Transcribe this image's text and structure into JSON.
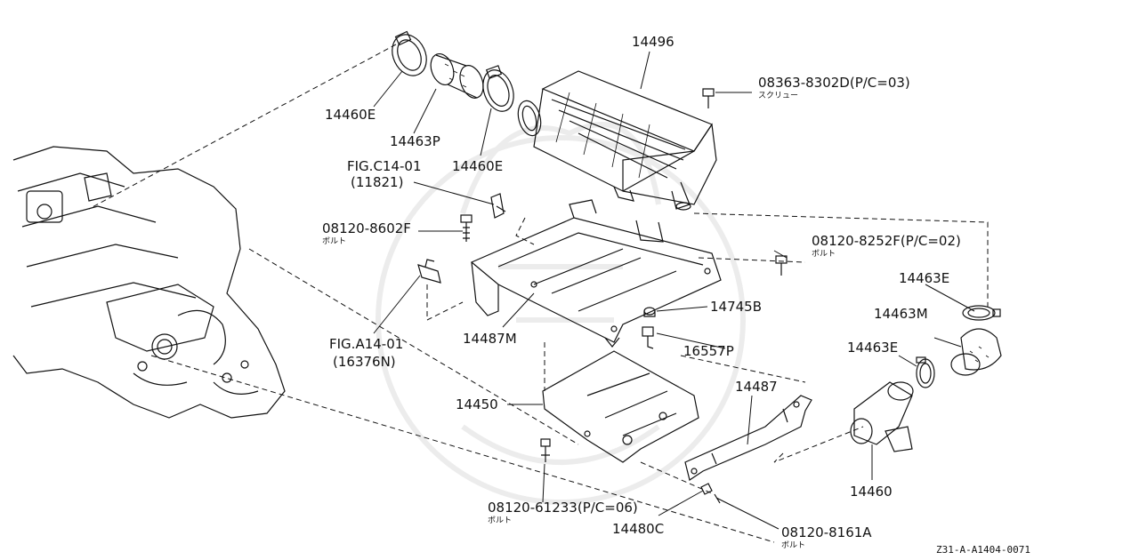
{
  "labels": {
    "p14460e_top": "14460E",
    "p14463p": "14463P",
    "p14460e_mid": "14460E",
    "p14496": "14496",
    "screw_part": "08363-8302D(P/C=03)",
    "screw_name": "スクリュー",
    "fig_c14": "FIG.C14-01",
    "fig_c14_ref": "(11821)",
    "bolt_8602f": "08120-8602F",
    "bolt_8602f_name": "ボルト",
    "bolt_8252f": "08120-8252F(P/C=02)",
    "bolt_8252f_name": "ボルト",
    "p14463e_top": "14463E",
    "p14463m": "14463M",
    "p14463e_low": "14463E",
    "p14745b": "14745B",
    "p16557p": "16557P",
    "p14487m": "14487M",
    "fig_a14": "FIG.A14-01",
    "fig_a14_ref": "(16376N)",
    "p14450": "14450",
    "p14487": "14487",
    "p14460": "14460",
    "bolt_61233": "08120-61233(P/C=06)",
    "bolt_61233_name": "ボルト",
    "p14480c": "14480C",
    "bolt_8161a": "08120-8161A",
    "bolt_8161a_name": "ボルト",
    "diagram_code": "Z31-A-A1404-0071"
  }
}
